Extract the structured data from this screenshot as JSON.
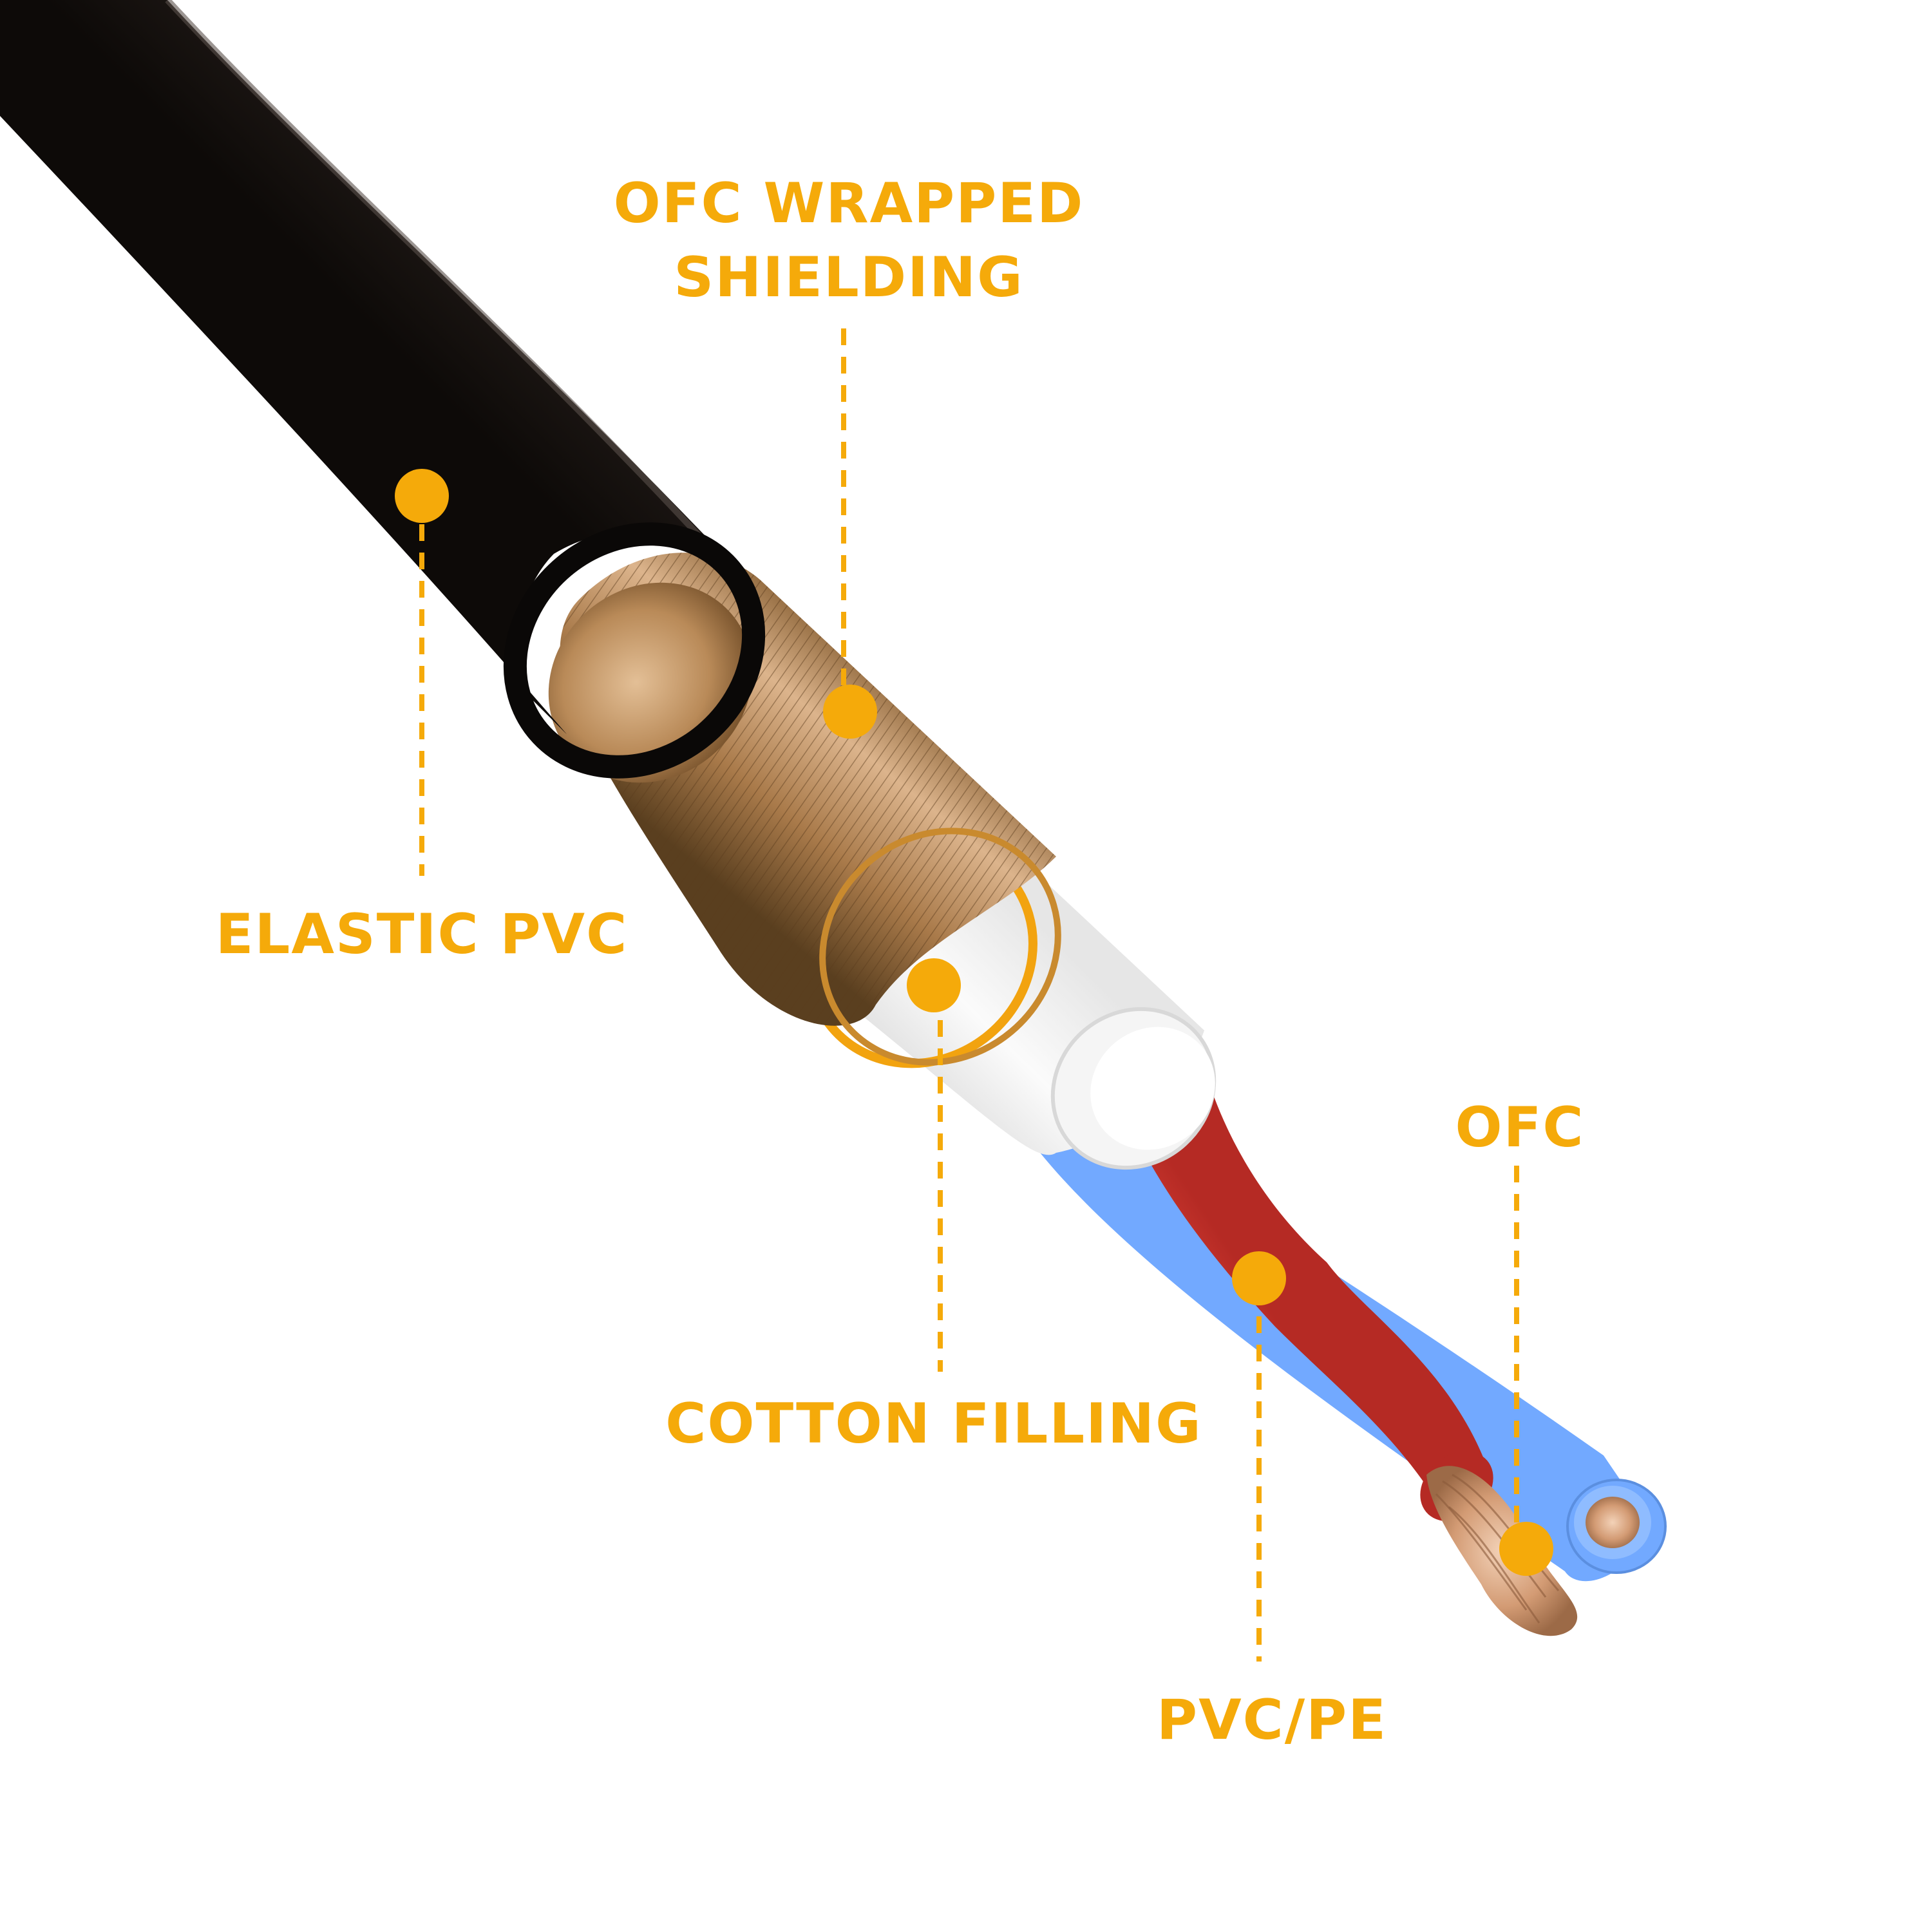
{
  "colors": {
    "accent": "#F5AA0A",
    "outer_jacket": "#1b1512",
    "shield_copper": "#b8875a",
    "cotton_white": "#f7f7f7",
    "red_insulation": "#c9312b",
    "blue_insulation": "#72a9ff",
    "copper_strand": "#d9a57f"
  },
  "callouts": [
    {
      "id": "elastic_pvc",
      "lines": [
        "ELASTIC PVC"
      ]
    },
    {
      "id": "ofc_wrapped_shielding",
      "lines": [
        "OFC WRAPPED",
        "SHIELDING"
      ]
    },
    {
      "id": "cotton_filling",
      "lines": [
        "COTTON FILLING"
      ]
    },
    {
      "id": "ofc",
      "lines": [
        "OFC"
      ]
    },
    {
      "id": "pvc_pe",
      "lines": [
        "PVC/PE"
      ]
    }
  ]
}
